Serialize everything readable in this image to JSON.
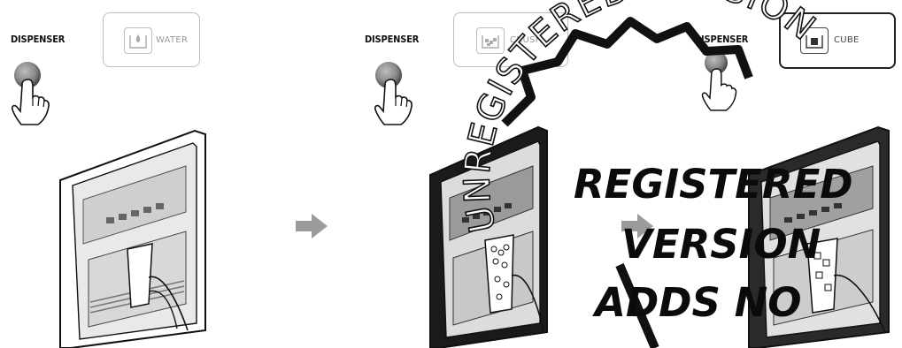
{
  "steps": [
    {
      "button_label": "DISPENSER",
      "mode_label": "WATER"
    },
    {
      "button_label": "DISPENSER",
      "mode_label": "CRUSH"
    },
    {
      "button_label": "DISPENSER",
      "mode_label": "CUBE"
    }
  ],
  "watermark": {
    "arc_text": "UNREGISTERED VERSION",
    "lines": [
      "REGISTERED",
      "VERSION",
      "ADDS NO"
    ]
  },
  "colors": {
    "line": "#111111",
    "panel_border": "#bdbdbd",
    "arrow": "#9b9b9b",
    "button": "#8a8a8a"
  }
}
